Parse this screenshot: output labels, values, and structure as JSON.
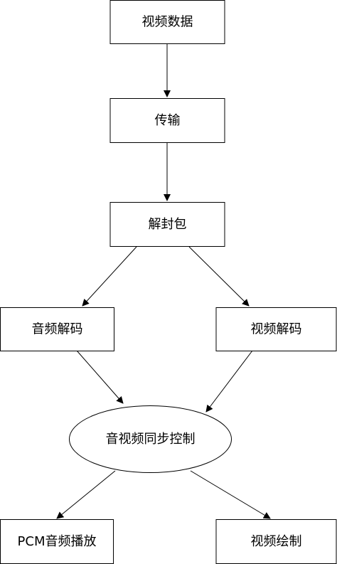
{
  "nodes": {
    "video_data": "视频数据",
    "transmission": "传输",
    "demux": "解封包",
    "audio_decode": "音频解码",
    "video_decode": "视频解码",
    "av_sync": "音视频同步控制",
    "pcm_playback": "PCM音频播放",
    "video_render": "视频绘制"
  },
  "colors": {
    "line": "#000000",
    "fill": "#ffffff",
    "text": "#000000"
  }
}
